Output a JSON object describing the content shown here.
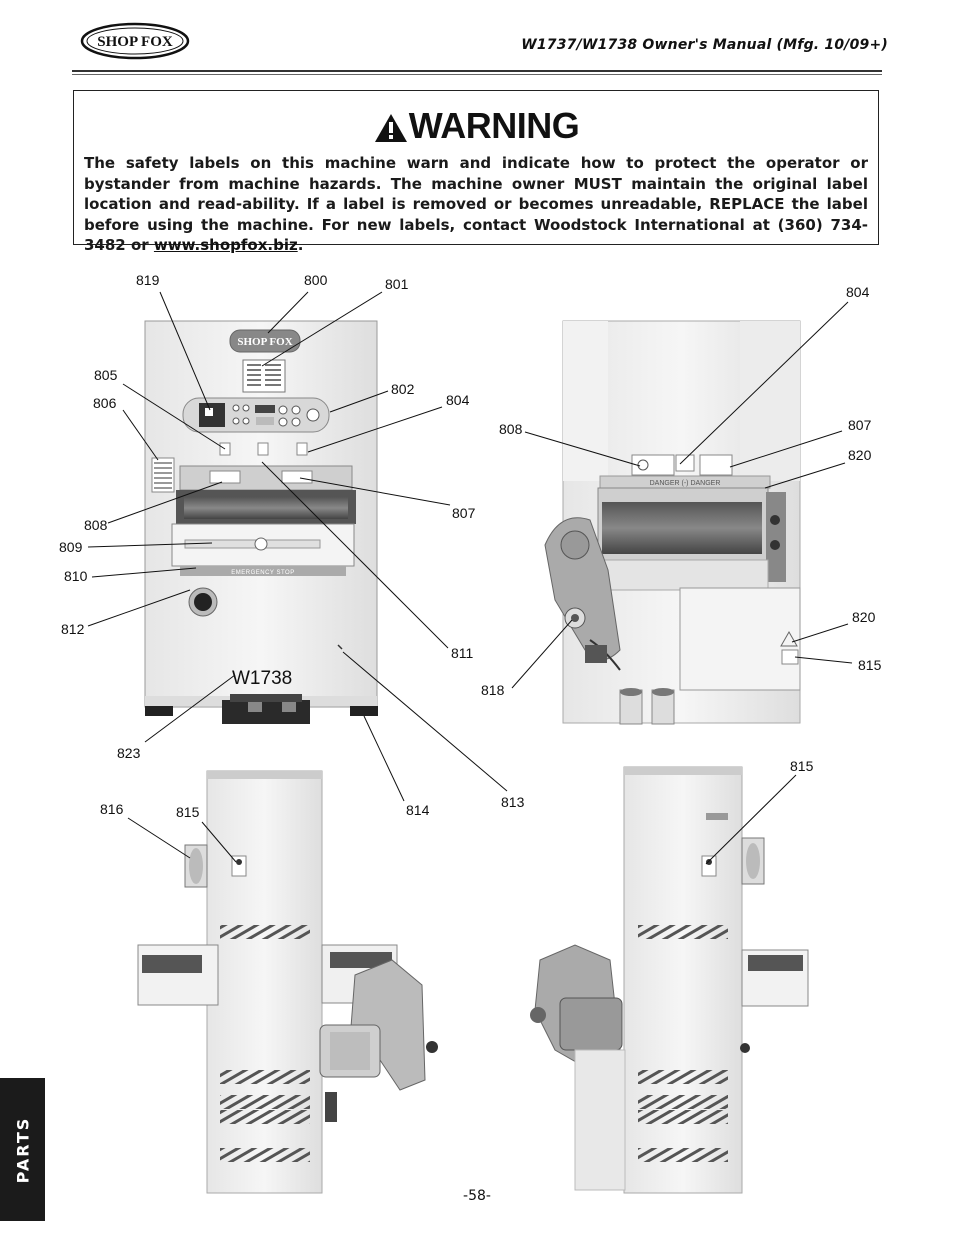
{
  "header": {
    "brand": "SHOP FOX",
    "manual_title": "W1737/W1738 Owner's Manual (Mfg. 10/09+)"
  },
  "warning": {
    "heading": "WARNING",
    "text": "The safety labels on this machine warn and indicate how to protect the operator or bystander from machine hazards. The machine owner MUST maintain the original label location and read-ability. If a label is removed or becomes unreadable, REPLACE the label before using the machine. For new labels, contact Woodstock International at (360) 734-3482 or",
    "link": "www.shopfox.biz",
    "end": "."
  },
  "figure": {
    "model_label": "W1738",
    "front_panel": {
      "brand": "SHOP FOX",
      "belt_label": "EMERGENCY STOP"
    },
    "right_panel": {
      "danger_text": "DANGER   (-)   DANGER"
    },
    "callouts": [
      {
        "id": "c819",
        "text": "819"
      },
      {
        "id": "c800",
        "text": "800"
      },
      {
        "id": "c801",
        "text": "801"
      },
      {
        "id": "c805",
        "text": "805"
      },
      {
        "id": "c806",
        "text": "806"
      },
      {
        "id": "c802",
        "text": "802"
      },
      {
        "id": "c804a",
        "text": "804"
      },
      {
        "id": "c808a",
        "text": "808"
      },
      {
        "id": "c809",
        "text": "809"
      },
      {
        "id": "c810",
        "text": "810"
      },
      {
        "id": "c807a",
        "text": "807"
      },
      {
        "id": "c812",
        "text": "812"
      },
      {
        "id": "c811",
        "text": "811"
      },
      {
        "id": "c823",
        "text": "823"
      },
      {
        "id": "c814",
        "text": "814"
      },
      {
        "id": "c813",
        "text": "813"
      },
      {
        "id": "c804b",
        "text": "804"
      },
      {
        "id": "c808b",
        "text": "808"
      },
      {
        "id": "c807b",
        "text": "807"
      },
      {
        "id": "c820a",
        "text": "820"
      },
      {
        "id": "c820b",
        "text": "820"
      },
      {
        "id": "c815a",
        "text": "815"
      },
      {
        "id": "c818",
        "text": "818"
      },
      {
        "id": "c816",
        "text": "816"
      },
      {
        "id": "c815b",
        "text": "815"
      },
      {
        "id": "c815c",
        "text": "815"
      }
    ]
  },
  "side_tab": "PARTS",
  "page_number": "-58-"
}
